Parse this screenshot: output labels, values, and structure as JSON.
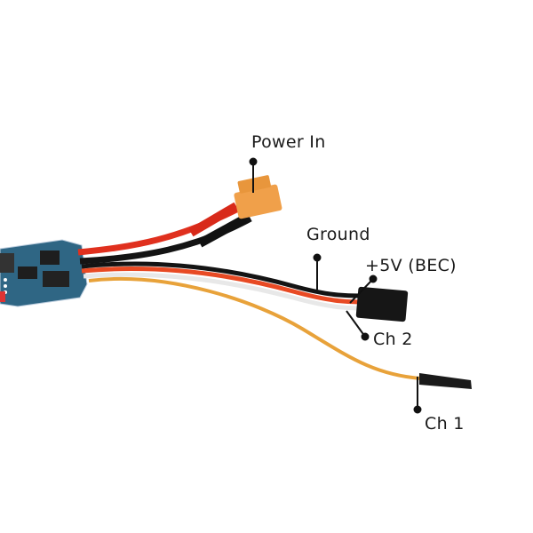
{
  "labels": {
    "power_in": "Power In",
    "ground": "Ground",
    "plus5v": "+5V (BEC)",
    "ch2": "Ch 2",
    "ch1": "Ch 1"
  },
  "colors": {
    "board": "#2f6684",
    "red_wire": "#e0301e",
    "black_wire": "#141414",
    "white_wire": "#f2f2f2",
    "signal_wire": "#e8a23a",
    "xt_connector": "#f0a04a",
    "leader": "#111111"
  }
}
